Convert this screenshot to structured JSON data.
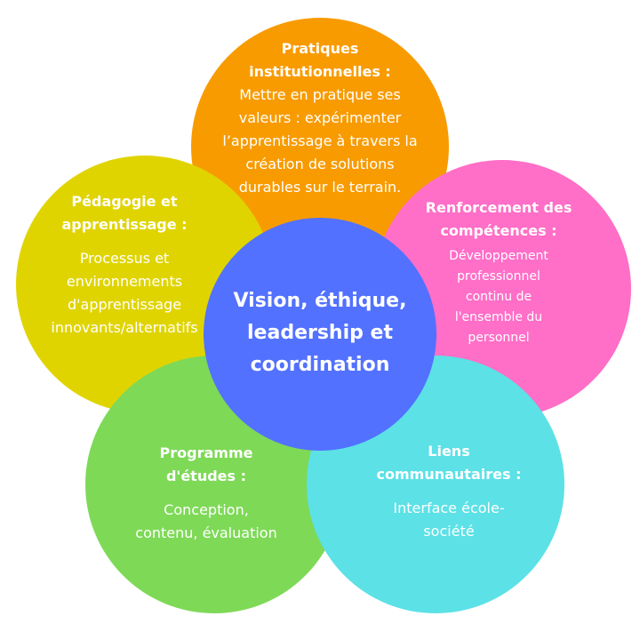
{
  "center": {
    "line1": "Vision, éthique,",
    "line2": "leadership et",
    "line3": "coordination"
  },
  "petals": {
    "top": {
      "title": "Pratiques institutionnelles :",
      "body": "Mettre en pratique ses valeurs : expérimenter l’apprentissage à travers la création de solutions durables sur le terrain.",
      "color": "#f89b00"
    },
    "left": {
      "title": "Pédagogie et apprentissage :",
      "body": "Processus et environnements d'apprentissage innovants/alternatifs",
      "color": "#e0d400"
    },
    "right": {
      "title": "Renforcement des compétences :",
      "body": "Développement professionnel continu de l'ensemble du personnel",
      "color": "#ff6ec7"
    },
    "bottom_left": {
      "title": "Programme d'études :",
      "body": "Conception, contenu, évaluation",
      "color": "#7ed957"
    },
    "bottom_right": {
      "title": "Liens communautaires :",
      "body": "Interface école-société",
      "color": "#5ce1e6"
    }
  },
  "center_color": "#5271ff"
}
